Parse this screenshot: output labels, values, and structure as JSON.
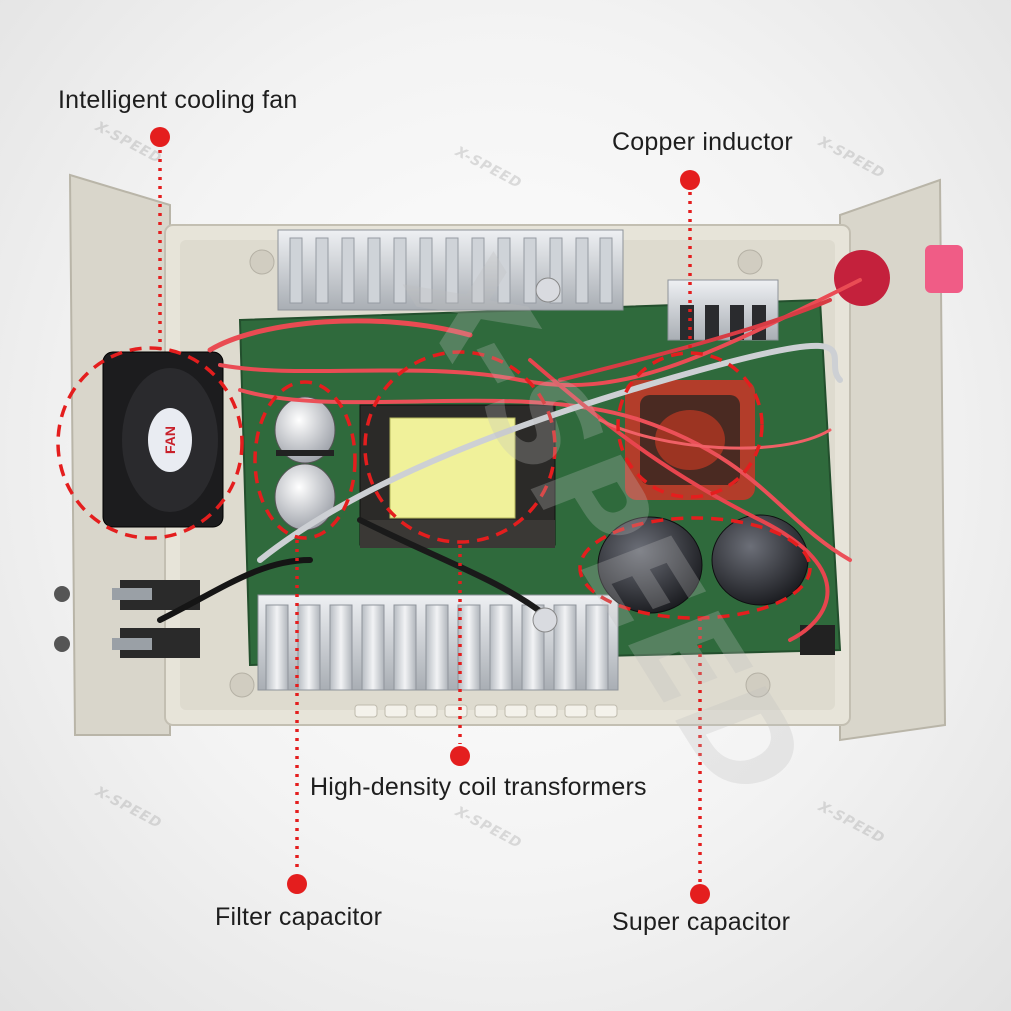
{
  "callouts": {
    "cooling_fan": "Intelligent cooling fan",
    "copper_inductor": "Copper inductor",
    "coil_transformers": "High-density coil transformers",
    "filter_capacitor": "Filter capacitor",
    "super_capacitor": "Super capacitor"
  },
  "watermark": "X-SPEED",
  "fan_label": "FAN",
  "colors": {
    "callout_red": "#e41e1e",
    "housing": "#e7e4d9",
    "heatsink": "#c8ccd1",
    "pcb": "#2f6a3c"
  }
}
